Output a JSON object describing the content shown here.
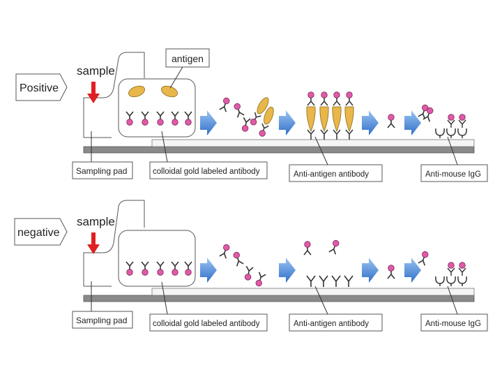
{
  "panels": [
    {
      "condition_label": "Positive",
      "sample_label": "sample",
      "antigen_label": "antigen",
      "sampling_pad_label": "Sampling pad",
      "conjugate_label": "colloidal gold labeled antibody",
      "test_line_label": "Anti-antigen antibody",
      "control_line_label": "Anti-mouse IgG"
    },
    {
      "condition_label": "negative",
      "sample_label": "sample",
      "sampling_pad_label": "Sampling pad",
      "conjugate_label": "colloidal gold labeled antibody",
      "test_line_label": "Anti-antigen antibody",
      "control_line_label": "Anti-mouse IgG"
    }
  ],
  "colors": {
    "gold_particle": "#e05aa8",
    "antigen": "#e9b64a",
    "flow_arrow": "#3d7fd6",
    "sample_arrow": "#e02020",
    "strip": "#8a8a8a"
  }
}
